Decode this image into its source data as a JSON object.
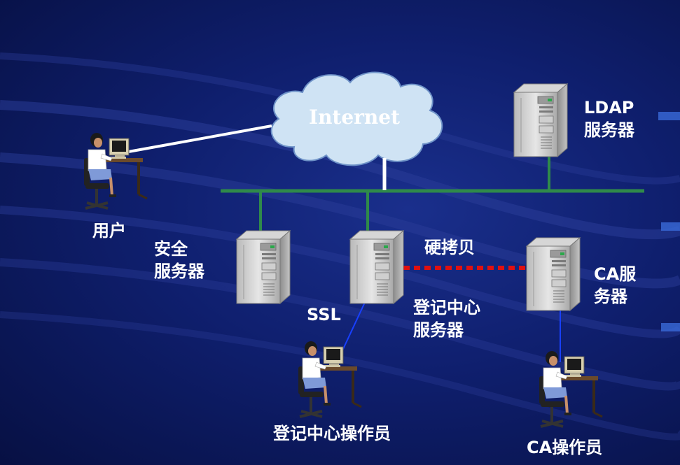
{
  "labels": {
    "internet": "Internet",
    "ldap_server": "LDAP\n服务器",
    "user": "用户",
    "security_server": "安全\n服务器",
    "hardcopy": "硬拷贝",
    "ca_server": "CA服\n务器",
    "ssl": "SSL",
    "ra_server": "登记中心\n服务器",
    "ra_operator": "登记中心操作员",
    "ca_operator": "CA操作员"
  },
  "colors": {
    "background": "#0f1f6e",
    "network_bus": "#2f8a4a",
    "internet_link": "#ffffff",
    "hardcopy_link": "#e01010",
    "operator_link": "#1840ff",
    "cloud_fill": "#cfe3f4"
  }
}
